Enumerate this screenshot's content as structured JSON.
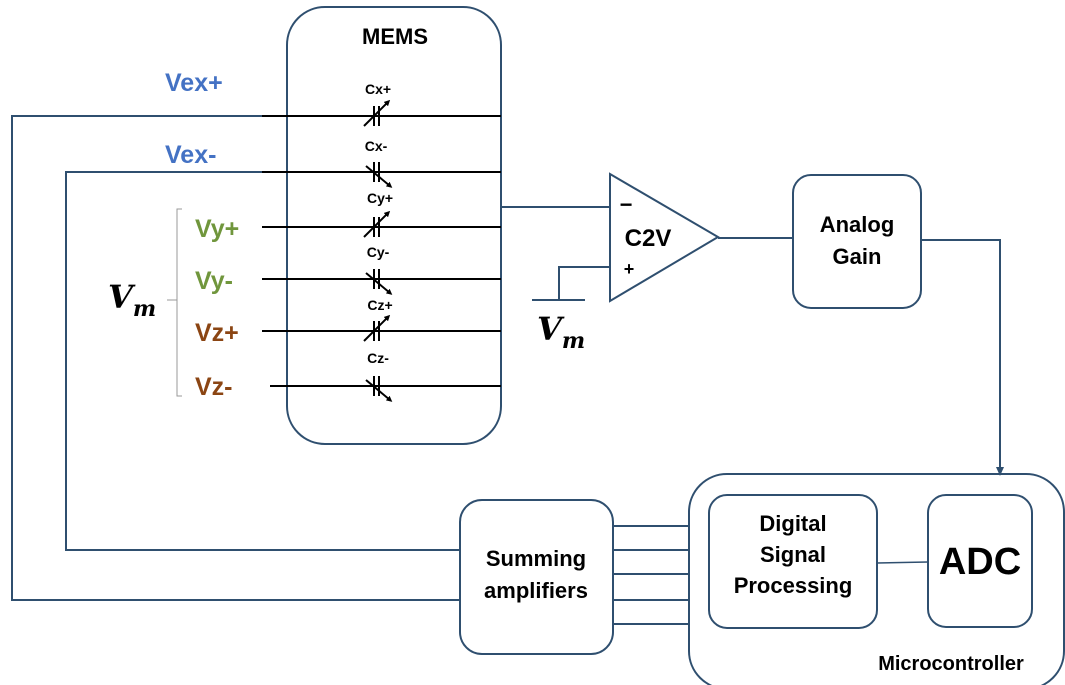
{
  "colors": {
    "wire": "#2f4f6f",
    "line": "#000000",
    "box_stroke": "#2f4f6f",
    "ex_signal": "#4472c4",
    "y_signal": "#70963c",
    "z_signal": "#8b4513"
  },
  "mems": {
    "title": "MEMS",
    "capacitors": [
      "Cx+",
      "Cx-",
      "Cy+",
      "Cy-",
      "Cz+",
      "Cz-"
    ]
  },
  "signals": {
    "vex_plus": "Vex+",
    "vex_minus": "Vex-",
    "vy_plus": "Vy+",
    "vy_minus": "Vy-",
    "vz_plus": "Vz+",
    "vz_minus": "Vz-",
    "vm_symbol": "V",
    "vm_subscript": "m"
  },
  "c2v": {
    "label": "C2V",
    "minus": "−",
    "plus": "+"
  },
  "analog_gain": {
    "line1": "Analog",
    "line2": "Gain"
  },
  "summing": {
    "line1": "Summing",
    "line2": "amplifiers"
  },
  "dsp": {
    "line1": "Digital",
    "line2": "Signal",
    "line3": "Processing"
  },
  "adc": {
    "label": "ADC"
  },
  "microcontroller": {
    "label": "Microcontroller"
  }
}
